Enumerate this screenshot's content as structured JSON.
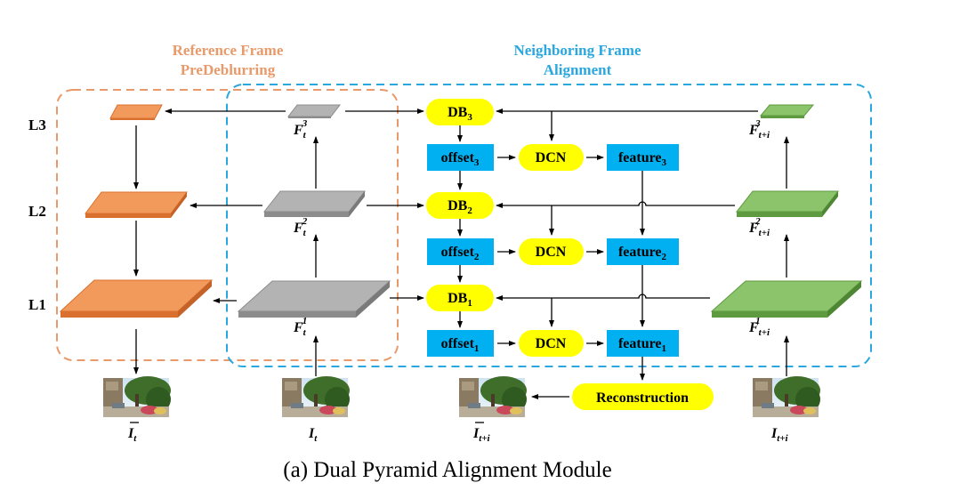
{
  "regions": {
    "reference": {
      "line1": "Reference Frame",
      "line2": "PreDeblurring",
      "color": "#e89a6a"
    },
    "neighboring": {
      "line1": "Neighboring Frame",
      "line2": "Alignment",
      "color": "#2aa7df"
    }
  },
  "levels": [
    "L3",
    "L2",
    "L1"
  ],
  "colors": {
    "orange_top": "#f29a5c",
    "orange_side": "#d9702e",
    "gray_top": "#b3b3b3",
    "gray_side": "#8c8c8c",
    "green_top": "#8bc46a",
    "green_side": "#5e9a3f",
    "yellow": "#ffff00",
    "blue": "#00b0f0"
  },
  "features": {
    "ft3": {
      "base": "F",
      "sub": "t",
      "sup": "3"
    },
    "ft2": {
      "base": "F",
      "sub": "t",
      "sup": "2"
    },
    "ft1": {
      "base": "F",
      "sub": "t",
      "sup": "1"
    },
    "fti3": {
      "base": "F",
      "sub": "t+i",
      "sup": "3"
    },
    "fti2": {
      "base": "F",
      "sub": "t+i",
      "sup": "2"
    },
    "fti1": {
      "base": "F",
      "sub": "t+i",
      "sup": "1"
    }
  },
  "blocks": {
    "db3": {
      "base": "DB",
      "sub": "3"
    },
    "db2": {
      "base": "DB",
      "sub": "2"
    },
    "db1": {
      "base": "DB",
      "sub": "1"
    },
    "offset3": {
      "base": "offset",
      "sub": "3"
    },
    "offset2": {
      "base": "offset",
      "sub": "2"
    },
    "offset1": {
      "base": "offset",
      "sub": "1"
    },
    "dcn": "DCN",
    "feature3": {
      "base": "feature",
      "sub": "3"
    },
    "feature2": {
      "base": "feature",
      "sub": "2"
    },
    "feature1": {
      "base": "feature",
      "sub": "1"
    },
    "reconstruction": "Reconstruction"
  },
  "images": {
    "it_bar": {
      "base": "I",
      "sub": "t",
      "bar": true
    },
    "it": {
      "base": "I",
      "sub": "t",
      "bar": false
    },
    "iti_bar": {
      "base": "I",
      "sub": "t+i",
      "bar": true
    },
    "iti": {
      "base": "I",
      "sub": "t+i",
      "bar": false
    }
  },
  "caption": "(a) Dual Pyramid Alignment Module"
}
